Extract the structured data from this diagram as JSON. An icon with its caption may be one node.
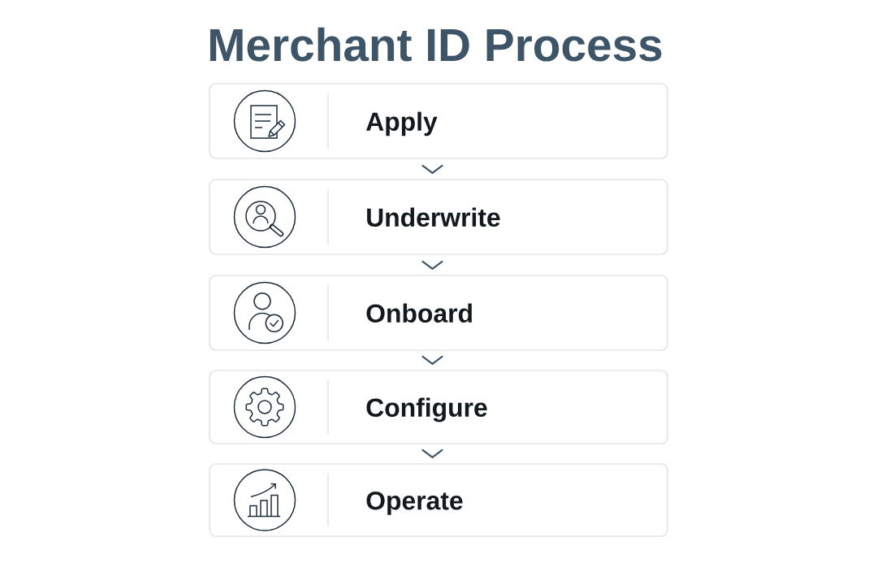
{
  "diagram": {
    "title": "Merchant ID Process",
    "nodes": [
      {
        "text": [
          "Apply"
        ]
      },
      {
        "text": [
          "Underwrite"
        ]
      },
      {
        "text": [
          "Onboard"
        ]
      },
      {
        "text": [
          "Configure"
        ]
      },
      {
        "text": [
          "Operate"
        ]
      }
    ],
    "edges": [
      {
        "from": 0,
        "to": 1,
        "arrow": "to"
      },
      {
        "from": 1,
        "to": 2,
        "arrow": "to"
      },
      {
        "from": 2,
        "to": 3,
        "arrow": "to"
      },
      {
        "from": 3,
        "to": 4,
        "arrow": "to"
      }
    ]
  }
}
